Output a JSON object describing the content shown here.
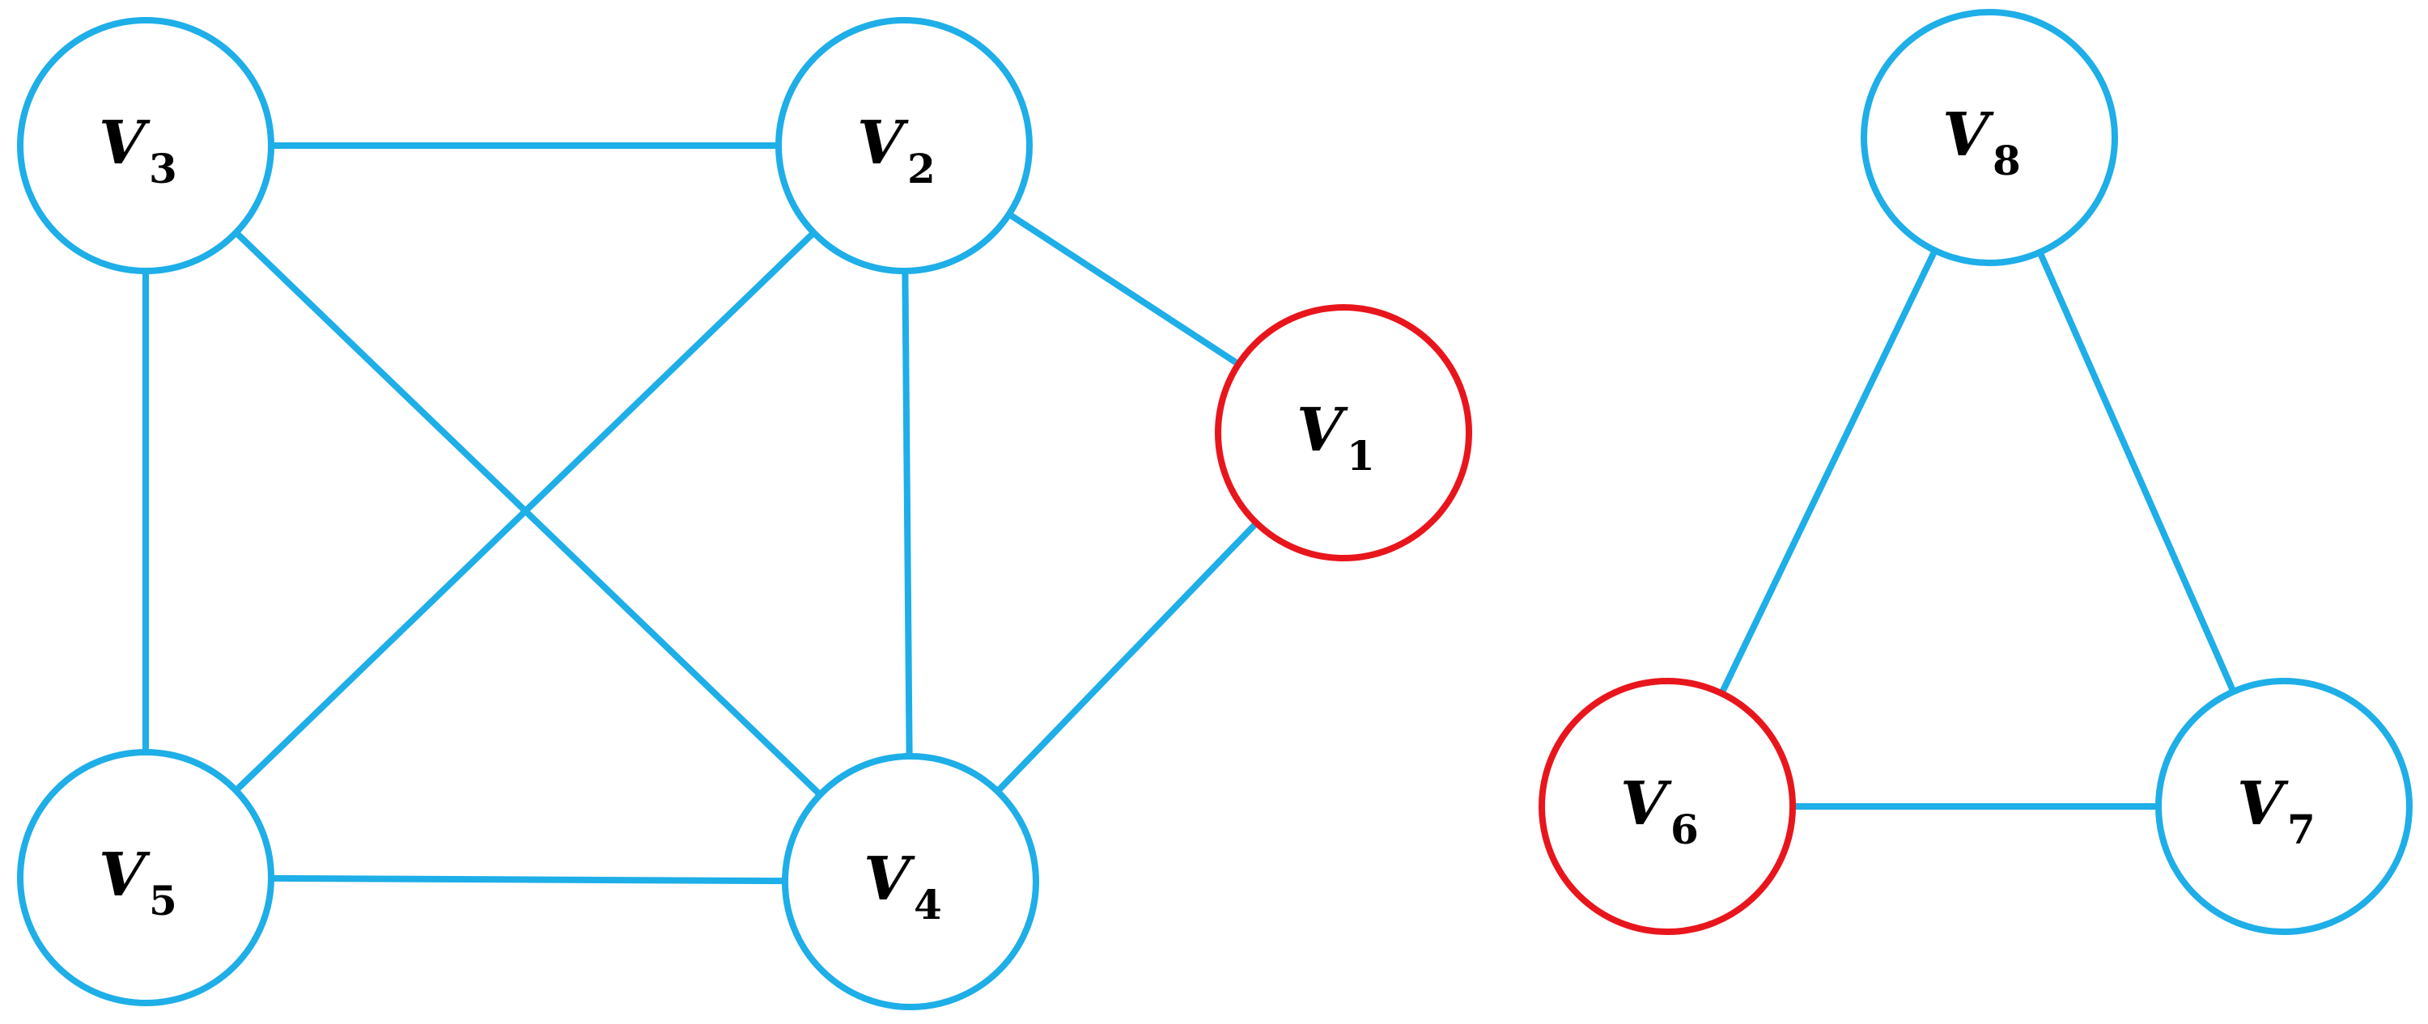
{
  "colors": {
    "edge": "#1eaee8",
    "node_default": "#1eaee8",
    "node_highlight": "#e8161c",
    "label": "#000000"
  },
  "nodes": [
    {
      "id": "V1",
      "letter": "V",
      "sub": "1",
      "highlight": true
    },
    {
      "id": "V2",
      "letter": "V",
      "sub": "2",
      "highlight": false
    },
    {
      "id": "V3",
      "letter": "V",
      "sub": "3",
      "highlight": false
    },
    {
      "id": "V4",
      "letter": "V",
      "sub": "4",
      "highlight": false
    },
    {
      "id": "V5",
      "letter": "V",
      "sub": "5",
      "highlight": false
    },
    {
      "id": "V6",
      "letter": "V",
      "sub": "6",
      "highlight": true
    },
    {
      "id": "V7",
      "letter": "V",
      "sub": "7",
      "highlight": false
    },
    {
      "id": "V8",
      "letter": "V",
      "sub": "8",
      "highlight": false
    }
  ],
  "edges": [
    {
      "from": "V3",
      "to": "V2"
    },
    {
      "from": "V2",
      "to": "V1"
    },
    {
      "from": "V1",
      "to": "V4"
    },
    {
      "from": "V3",
      "to": "V5"
    },
    {
      "from": "V3",
      "to": "V4"
    },
    {
      "from": "V2",
      "to": "V5"
    },
    {
      "from": "V2",
      "to": "V4"
    },
    {
      "from": "V5",
      "to": "V4"
    },
    {
      "from": "V8",
      "to": "V6"
    },
    {
      "from": "V8",
      "to": "V7"
    },
    {
      "from": "V6",
      "to": "V7"
    }
  ]
}
